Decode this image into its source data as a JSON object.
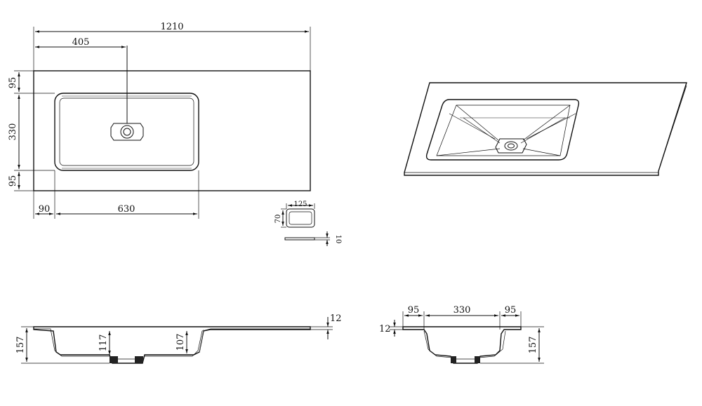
{
  "top_view": {
    "total_width": "1210",
    "drain_offset": "405",
    "margin_top": "95",
    "basin_depth": "330",
    "margin_bottom": "95",
    "margin_left": "90",
    "basin_width": "630"
  },
  "overflow_cover": {
    "width": "125",
    "height": "70",
    "thickness": "10"
  },
  "front_section": {
    "height": "157",
    "depth_a": "117",
    "depth_b": "107",
    "slab_thickness": "12"
  },
  "side_section": {
    "margin_front": "95",
    "basin_depth": "330",
    "margin_back": "95",
    "slab_thickness": "12",
    "height": "157"
  }
}
